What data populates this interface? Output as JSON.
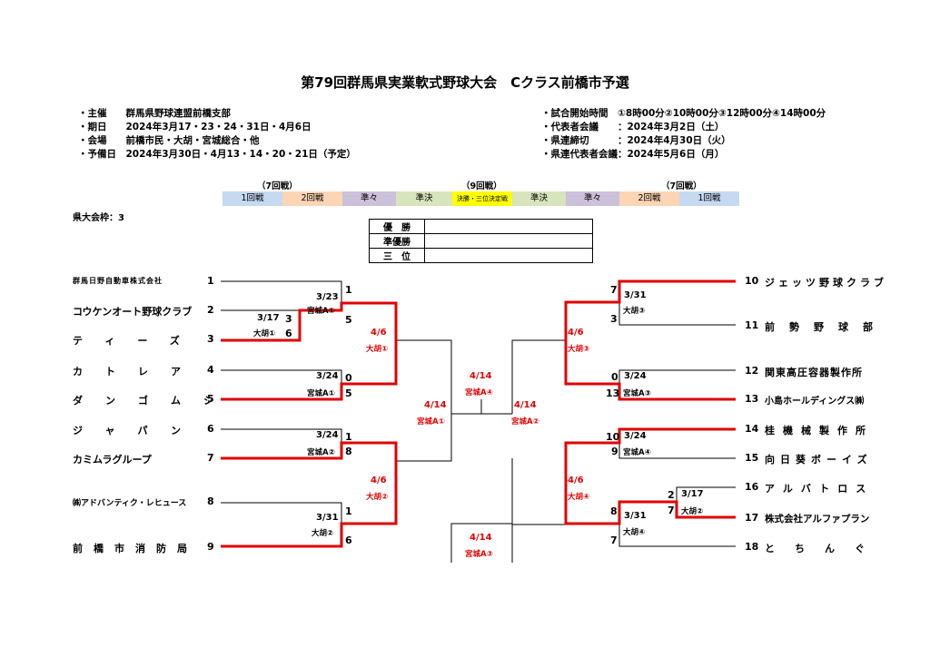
{
  "title": "第79回群馬県実業軟式野球大会　Cクラス前橋市予選",
  "info_left": [
    "・主催　　群馬県野球連盟前橋支部",
    "・期日　　2024年3月17・23・24・31日・4月6日",
    "・会場　　前橋市民・大胡・宮城総合・他",
    "・予備日　2024年3月30日・4月13・14・20・21日（予定）"
  ],
  "info_right": [
    "・試合開始時間　①8時00分②10時00分③12時00分④14時00分",
    "・代表者会議　　：2024年3月2日（土）",
    "・県連締切　　　：2024年4月30日（火）",
    "・県連代表者会議：2024年5月6日（月）"
  ],
  "round_groups": {
    "left": "（7回戦）",
    "center": "（9回戦）",
    "right": "（7回戦）"
  },
  "rounds": [
    "1回戦",
    "2回戦",
    "準々",
    "準決",
    "決勝・三位決定戦",
    "準決",
    "準々",
    "2回戦",
    "1回戦"
  ],
  "round_colors": [
    "#c5d9f1",
    "#fcd5b4",
    "#ccc0da",
    "#d8e4bc",
    "#ffff00",
    "#d8e4bc",
    "#ccc0da",
    "#fcd5b4",
    "#c5d9f1"
  ],
  "quota": "県大会枠：3",
  "results": [
    "優　勝",
    "準優勝",
    "三　位"
  ],
  "left_teams": [
    {
      "name": "群馬日野自動車株式会社",
      "no": "1"
    },
    {
      "name": "コウケンオート野球クラブ",
      "no": "2"
    },
    {
      "name": "ティーズ",
      "no": "3"
    },
    {
      "name": "カトレア",
      "no": "4"
    },
    {
      "name": "ダンゴムシ",
      "no": "5"
    },
    {
      "name": "ジャパン",
      "no": "6"
    },
    {
      "name": "カミムラグループ",
      "no": "7"
    },
    {
      "name": "㈱アドバンティク・レヒュース",
      "no": "8"
    },
    {
      "name": "前橋市消防局",
      "no": "9"
    }
  ],
  "right_teams": [
    {
      "name": "ジェッツ野球クラブ",
      "no": "10"
    },
    {
      "name": "前勢野球部",
      "no": "11"
    },
    {
      "name": "関東高圧容器製作所",
      "no": "12"
    },
    {
      "name": "小島ホールディングス㈱",
      "no": "13"
    },
    {
      "name": "桂機械製作所",
      "no": "14"
    },
    {
      "name": "向日葵ボーイズ",
      "no": "15"
    },
    {
      "name": "アルバトロス",
      "no": "16"
    },
    {
      "name": "株式会社アルファプラン",
      "no": "17"
    },
    {
      "name": "とちんぐ",
      "no": "18"
    }
  ],
  "games": {
    "g1": {
      "date": "3/23",
      "venue": "宮城A①",
      "s1": "1",
      "s2": "5"
    },
    "g2": {
      "date": "3/17",
      "venue": "大胡①",
      "s1": "3",
      "s2": "6"
    },
    "g3": {
      "date": "3/24",
      "venue": "宮城A①",
      "s1": "0",
      "s2": "5"
    },
    "g4": {
      "date": "3/24",
      "venue": "宮城A②",
      "s1": "1",
      "s2": "8"
    },
    "g5": {
      "date": "3/31",
      "venue": "大胡②",
      "s1": "1",
      "s2": "6"
    },
    "qf1": {
      "date": "4/6",
      "venue": "大胡①"
    },
    "qf2": {
      "date": "4/6",
      "venue": "大胡②"
    },
    "sf1": {
      "date": "4/14",
      "venue": "宮城A①"
    },
    "final": {
      "date": "4/14",
      "venue": "宮城A④"
    },
    "sf2": {
      "date": "4/14",
      "venue": "宮城A②"
    },
    "third": {
      "date": "4/14",
      "venue": "宮城A③"
    },
    "g6": {
      "date": "3/31",
      "venue": "大胡③",
      "s1": "7",
      "s2": "3"
    },
    "g7": {
      "date": "3/24",
      "venue": "宮城A③",
      "s1": "0",
      "s2": "13"
    },
    "g8": {
      "date": "3/24",
      "venue": "宮城A④",
      "s1": "10",
      "s2": "9"
    },
    "g9": {
      "date": "3/17",
      "venue": "大胡②",
      "s1": "2",
      "s2": "7"
    },
    "g10": {
      "date": "3/31",
      "venue": "大胡④",
      "s1": "8",
      "s2": "7"
    },
    "qf3": {
      "date": "4/6",
      "venue": "大胡③"
    },
    "qf4": {
      "date": "4/6",
      "venue": "大胡④"
    }
  }
}
